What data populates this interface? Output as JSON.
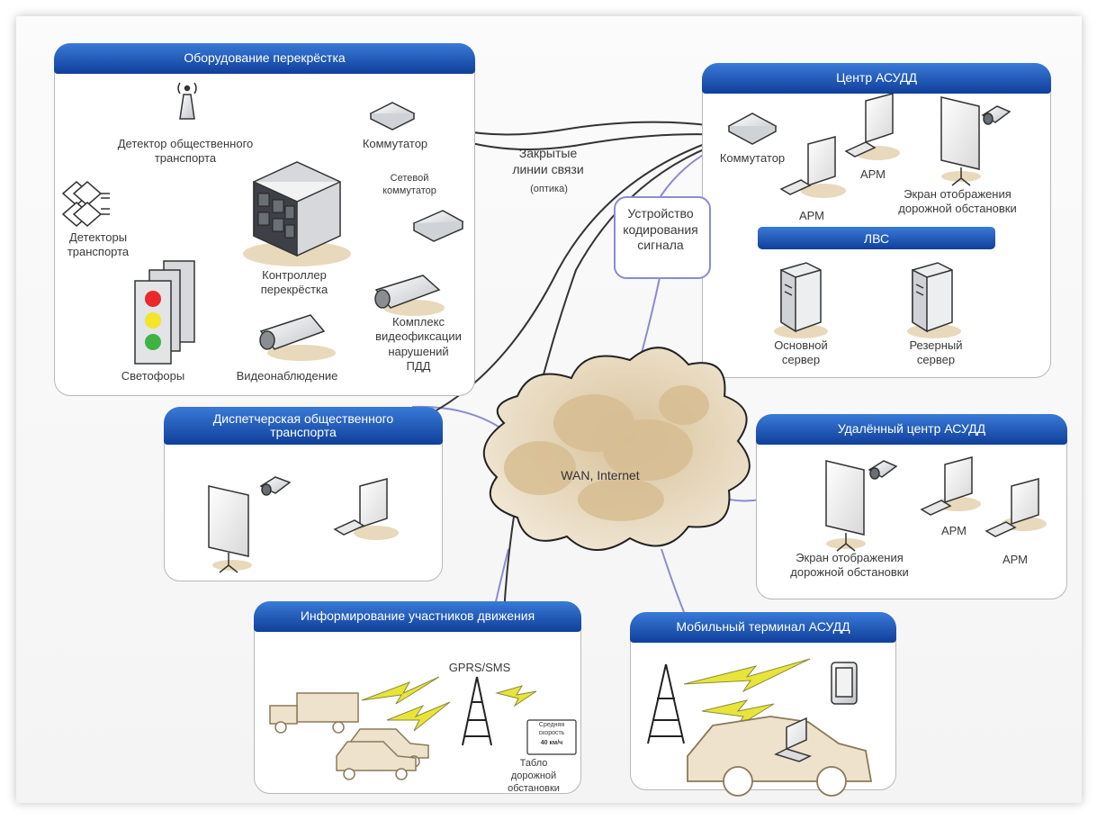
{
  "panels": {
    "intersection": {
      "title": "Оборудование перекрёстка",
      "transit_detector": "Детектор общественного\nтранспорта",
      "switch": "Коммутатор",
      "network_switch": "Сетевой\nкоммутатор",
      "vehicle_detectors": "Детекторы\nтранспорта",
      "controller": "Контроллер\nперекрёстка",
      "traffic_lights": "Светофоры",
      "video_surveillance": "Видеонаблюдение",
      "violation_camera": "Комплекс\nвидеофиксации\nнарушений\nПДД"
    },
    "center": {
      "title": "Центр АСУДД",
      "switch": "Коммутатор",
      "arm_top": "АРМ",
      "arm_bottom": "АРМ",
      "screen": "Экран отображения\nдорожной обстановки",
      "lan": "ЛВС",
      "main_server": "Основной\nсервер",
      "backup_server": "Резерный\nсервер"
    },
    "dispatch": {
      "title": "Диспетчерская общественного\nтранспорта"
    },
    "remote_center": {
      "title": "Удалённый центр АСУДД",
      "screen": "Экран отображения\nдорожной обстановки",
      "arm_1": "АРМ",
      "arm_2": "АРМ"
    },
    "inform": {
      "title": "Информирование участников движения",
      "gprs": "GPRS/SMS",
      "board": "Табло\nдорожной обстановки",
      "board_sign_line1": "Средняя\nскорость",
      "board_sign_line2": "40 км/ч"
    },
    "mobile": {
      "title": "Мобильный терминал АСУДД"
    }
  },
  "links": {
    "closed_lines": "Закрытые\nлинии связи",
    "optics": "(оптика)",
    "encoder": "Устройство\nкодирования\nсигнала",
    "wan": "WAN, Internet"
  },
  "colors": {
    "title_bar_top": "#3a7ad8",
    "title_bar_bottom": "#0f3f9a",
    "cloud_fill": "#e6d3b4",
    "network_link": "#8a8cd0",
    "fiber_link": "#333333",
    "wireless": "#e8e43a"
  }
}
